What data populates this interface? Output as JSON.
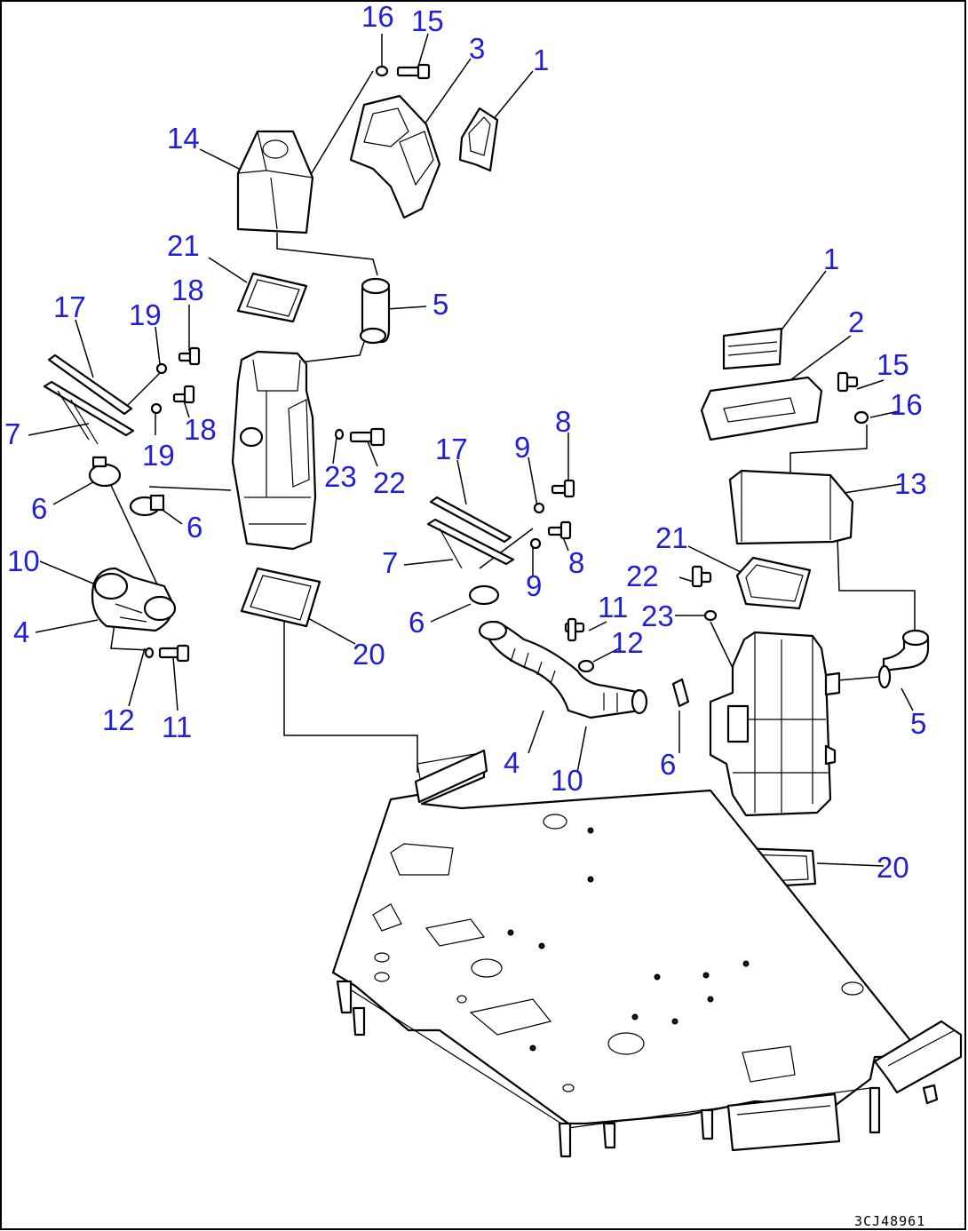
{
  "drawing_code": "3CJ48961",
  "callouts": [
    {
      "id": "c1",
      "text": "16"
    },
    {
      "id": "c2",
      "text": "15"
    },
    {
      "id": "c3",
      "text": "3"
    },
    {
      "id": "c4",
      "text": "1"
    },
    {
      "id": "c5",
      "text": "14"
    },
    {
      "id": "c6",
      "text": "21"
    },
    {
      "id": "c7",
      "text": "5"
    },
    {
      "id": "c8",
      "text": "17"
    },
    {
      "id": "c9",
      "text": "19"
    },
    {
      "id": "c10",
      "text": "18"
    },
    {
      "id": "c11",
      "text": "18"
    },
    {
      "id": "c12",
      "text": "7"
    },
    {
      "id": "c13",
      "text": "19"
    },
    {
      "id": "c14",
      "text": "23"
    },
    {
      "id": "c15",
      "text": "22"
    },
    {
      "id": "c16",
      "text": "6"
    },
    {
      "id": "c17",
      "text": "6"
    },
    {
      "id": "c18",
      "text": "10"
    },
    {
      "id": "c19",
      "text": "4"
    },
    {
      "id": "c20",
      "text": "12"
    },
    {
      "id": "c21",
      "text": "11"
    },
    {
      "id": "c22",
      "text": "20"
    },
    {
      "id": "c23",
      "text": "1"
    },
    {
      "id": "c24",
      "text": "2"
    },
    {
      "id": "c25",
      "text": "15"
    },
    {
      "id": "c26",
      "text": "16"
    },
    {
      "id": "c27",
      "text": "13"
    },
    {
      "id": "c28",
      "text": "8"
    },
    {
      "id": "c29",
      "text": "17"
    },
    {
      "id": "c30",
      "text": "9"
    },
    {
      "id": "c31",
      "text": "7"
    },
    {
      "id": "c32",
      "text": "8"
    },
    {
      "id": "c33",
      "text": "9"
    },
    {
      "id": "c34",
      "text": "21"
    },
    {
      "id": "c35",
      "text": "22"
    },
    {
      "id": "c36",
      "text": "6"
    },
    {
      "id": "c37",
      "text": "11"
    },
    {
      "id": "c38",
      "text": "12"
    },
    {
      "id": "c39",
      "text": "23"
    },
    {
      "id": "c40",
      "text": "4"
    },
    {
      "id": "c41",
      "text": "10"
    },
    {
      "id": "c42",
      "text": "6"
    },
    {
      "id": "c43",
      "text": "5"
    },
    {
      "id": "c44",
      "text": "20"
    }
  ],
  "colors": {
    "callout": "#1f1fd6",
    "line": "#000000",
    "background": "#ffffff"
  }
}
